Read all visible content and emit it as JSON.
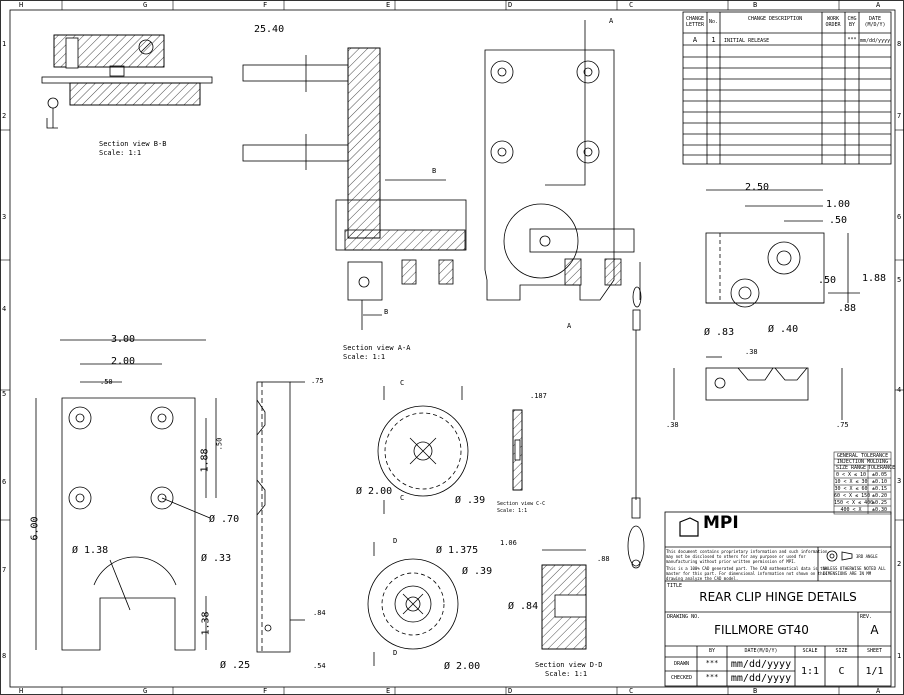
{
  "zone_letters": [
    "H",
    "G",
    "F",
    "E",
    "D",
    "C",
    "B",
    "A"
  ],
  "zone_numbers": [
    "1",
    "2",
    "3",
    "4",
    "5",
    "6",
    "7",
    "8"
  ],
  "revision_table": {
    "headers": [
      "CHANGE LETTER",
      "No.",
      "CHANGE DESCRIPTION",
      "WORK ORDER",
      "CHG BY",
      "DATE (M/D/Y)"
    ],
    "rows": [
      [
        "A",
        "1",
        "INITIAL RELEASE",
        "",
        "***",
        "mm/dd/yyyy"
      ]
    ]
  },
  "section_labels": {
    "bb": [
      "Section view B-B",
      "Scale:  1:1"
    ],
    "aa": [
      "Section view A-A",
      "Scale:  1:1"
    ],
    "cc": [
      "Section view C-C",
      "Scale:  1:1"
    ],
    "dd": [
      "Section view D-D",
      "Scale:  1:1"
    ]
  },
  "cut_letters": {
    "a": "A",
    "b": "B",
    "c": "C",
    "d": "D"
  },
  "dimensions": {
    "d2540": "25.40",
    "d250": "2.50",
    "d100": "1.00",
    "d050a": ".50",
    "d050b": ".50",
    "d188a": "1.88",
    "d088": ".88",
    "dia083": "Ø .83",
    "dia040": "Ø .40",
    "d038a": ".38",
    "d038b": ".38",
    "d075a": ".75",
    "d300": "3.00",
    "d200": "2.00",
    "d050c": ".50",
    "d188b": "1.88",
    "d050d": ".50",
    "d600": "6.00",
    "dia070": "Ø .70",
    "dia138": "Ø 1.38",
    "dia033": "Ø .33",
    "d138": "1.38",
    "dia025": "Ø .25",
    "d075b": ".75",
    "d084a": ".84",
    "d054": ".54",
    "dia200a": "Ø 2.00",
    "dia039a": "Ø .39",
    "d187": ".187",
    "dia1375": "Ø 1.375",
    "dia039b": "Ø .39",
    "dia200b": "Ø 2.00",
    "d106": "1.06",
    "d088b": ".88",
    "dia084": "Ø .84"
  },
  "tolerance_table": {
    "title": "GENERAL TOLERANCE",
    "subtitle": "INJECTION MOLDING",
    "headers": [
      "SIZE RANGE",
      "TOLERANCE"
    ],
    "rows": [
      [
        "0 < X ≤ 10",
        "±0.05"
      ],
      [
        "10 < X ≤ 30",
        "±0.10"
      ],
      [
        "30 < X ≤ 60",
        "±0.15"
      ],
      [
        "60 < X ≤ 150",
        "±0.20"
      ],
      [
        "150 < X ≤ 400",
        "±0.25"
      ],
      [
        "400 < X",
        "±0.30"
      ]
    ]
  },
  "title_block": {
    "logo": "MPI",
    "notice": [
      "This document contains proprietary information and such information",
      "may not be disclosed to others for any purpose or used for",
      "manufacturing without prior written permission of MPI.",
      "This is a 100% CAD generated part. The CAD mathematical data is the",
      "master for this part. For dimensional information not shown on this",
      "drawing analyze the CAD model."
    ],
    "proj_label": "3RD ANGLE",
    "units_note": [
      "UNLESS OTHERWISE NOTED ALL",
      "DIMENSIONS ARE IN MM"
    ],
    "title_label": "TITLE",
    "title": "REAR CLIP HINGE DETAILS",
    "drawing_no_label": "DRAWING NO.",
    "drawing_no": "FILLMORE GT40",
    "rev_label": "REV.",
    "rev": "A",
    "by_label": "BY",
    "date_label": "DATE(M/D/Y)",
    "scale_label": "SCALE",
    "size_label": "SIZE",
    "sheet_label": "SHEET",
    "drawn_label": "DRAWN",
    "checked_label": "CHECKED",
    "drawn_by": "***",
    "checked_by": "***",
    "drawn_date": "mm/dd/yyyy",
    "checked_date": "mm/dd/yyyy",
    "scale": "1:1",
    "size": "C",
    "sheet": "1/1"
  }
}
